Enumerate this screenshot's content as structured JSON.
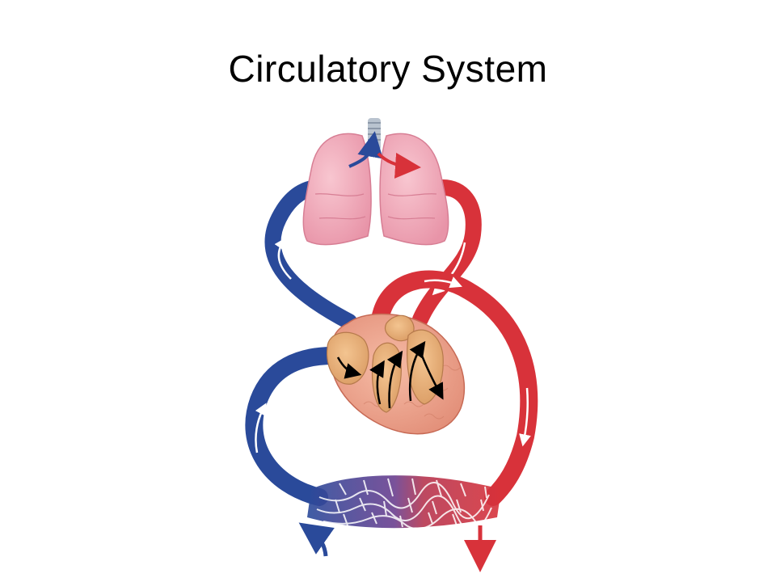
{
  "slide": {
    "title": "Circulatory System"
  },
  "diagram": {
    "components": [
      "trachea",
      "left lung",
      "right lung",
      "heart",
      "pulmonary circuit",
      "systemic circuit",
      "capillary bed"
    ],
    "colors": {
      "deoxygenated": "#2a4a9a",
      "oxygenated": "#d8323a",
      "lung": "#f0a9b8",
      "heart": "#eeaa92",
      "heart_chamber": "#e8b07a",
      "flow_arrow": "#000000",
      "vessel_arrow": "#ffffff"
    },
    "icons": [
      "flow-arrow-icon"
    ]
  }
}
